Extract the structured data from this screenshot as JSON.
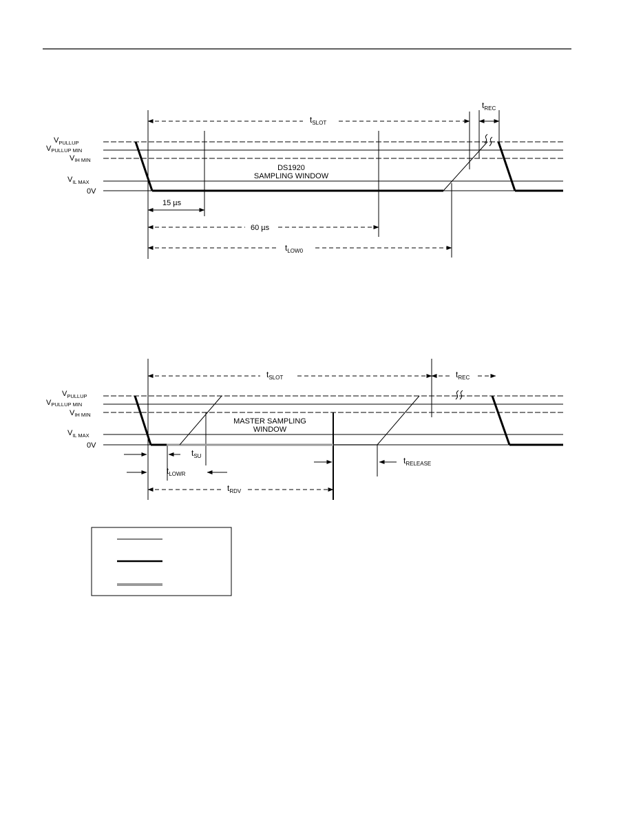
{
  "levels": {
    "vpullup": {
      "main": "V",
      "sub": "PULLUP"
    },
    "vpullup_min": {
      "main": "V",
      "sub": "PULLUP MIN"
    },
    "vih_min": {
      "main": "V",
      "sub": "IH MIN"
    },
    "vil_max": {
      "main": "V",
      "sub": "IL MAX"
    },
    "zero": "0V"
  },
  "diagram1": {
    "t_slot": {
      "main": "t",
      "sub": "SLOT"
    },
    "t_rec": {
      "main": "t",
      "sub": "REC"
    },
    "window_line1": "DS1920",
    "window_line2": "SAMPLING WINDOW",
    "t_15": "15 µs",
    "t_60": "60 µs",
    "t_low0": {
      "main": "t",
      "sub": "LOW0"
    }
  },
  "diagram2": {
    "t_slot": {
      "main": "t",
      "sub": "SLOT"
    },
    "t_rec": {
      "main": "t",
      "sub": "REC"
    },
    "window_line1": "MASTER SAMPLING",
    "window_line2": "WINDOW",
    "t_su": {
      "main": "t",
      "sub": "SU"
    },
    "t_lowr": {
      "main": "t",
      "sub": "LOWR"
    },
    "t_rdv": {
      "main": "t",
      "sub": "RDV"
    },
    "t_release": {
      "main": "t",
      "sub": "RELEASE"
    }
  },
  "legend": {
    "items": [
      {
        "style": "thin",
        "color": "#000000"
      },
      {
        "style": "bold",
        "color": "#000000"
      },
      {
        "style": "gray",
        "color": "#9a9a9a"
      }
    ]
  }
}
